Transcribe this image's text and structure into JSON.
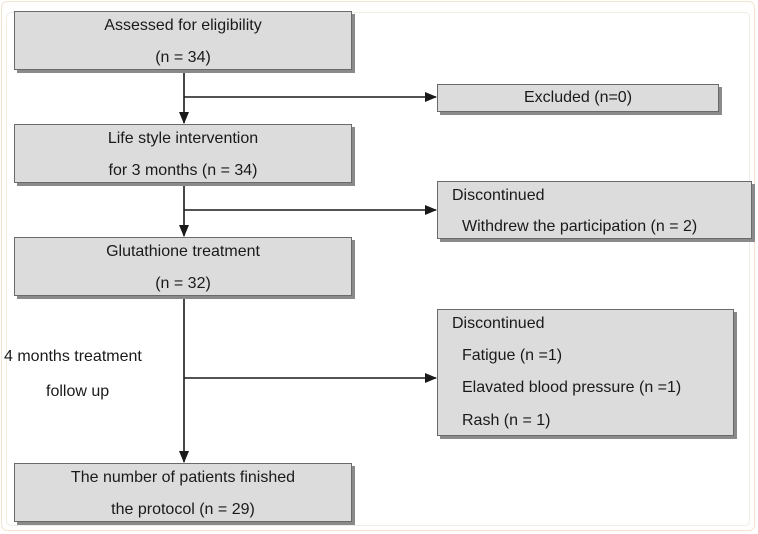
{
  "steps": {
    "assessed": {
      "line1": "Assessed for eligibility",
      "line2": "(n = 34)"
    },
    "lifestyle": {
      "line1": "Life style intervention",
      "line2": "for 3 months (n = 34)"
    },
    "glutathione": {
      "line1": "Glutathione treatment",
      "line2": "(n = 32)"
    },
    "finished": {
      "line1": "The number of patients finished",
      "line2": "the protocol (n = 29)"
    }
  },
  "exclusions": {
    "excluded": {
      "label": "Excluded (n=0)"
    },
    "discontinued1": {
      "heading": "Discontinued",
      "items": [
        "Withdrew the participation (n = 2)"
      ]
    },
    "discontinued2": {
      "heading": "Discontinued",
      "items": [
        "Fatigue (n =1)",
        "Elavated blood pressure (n =1)",
        "Rash (n = 1)"
      ]
    }
  },
  "side_label": {
    "line1": "4 months treatment",
    "line2": "follow up"
  },
  "colors": {
    "box_fill": "#dcdcdc",
    "box_border": "#6a6a6a",
    "box_shadow": "#8a8a8a",
    "arrow": "#1a1a1a",
    "frame_border": "#f2e3cf"
  }
}
